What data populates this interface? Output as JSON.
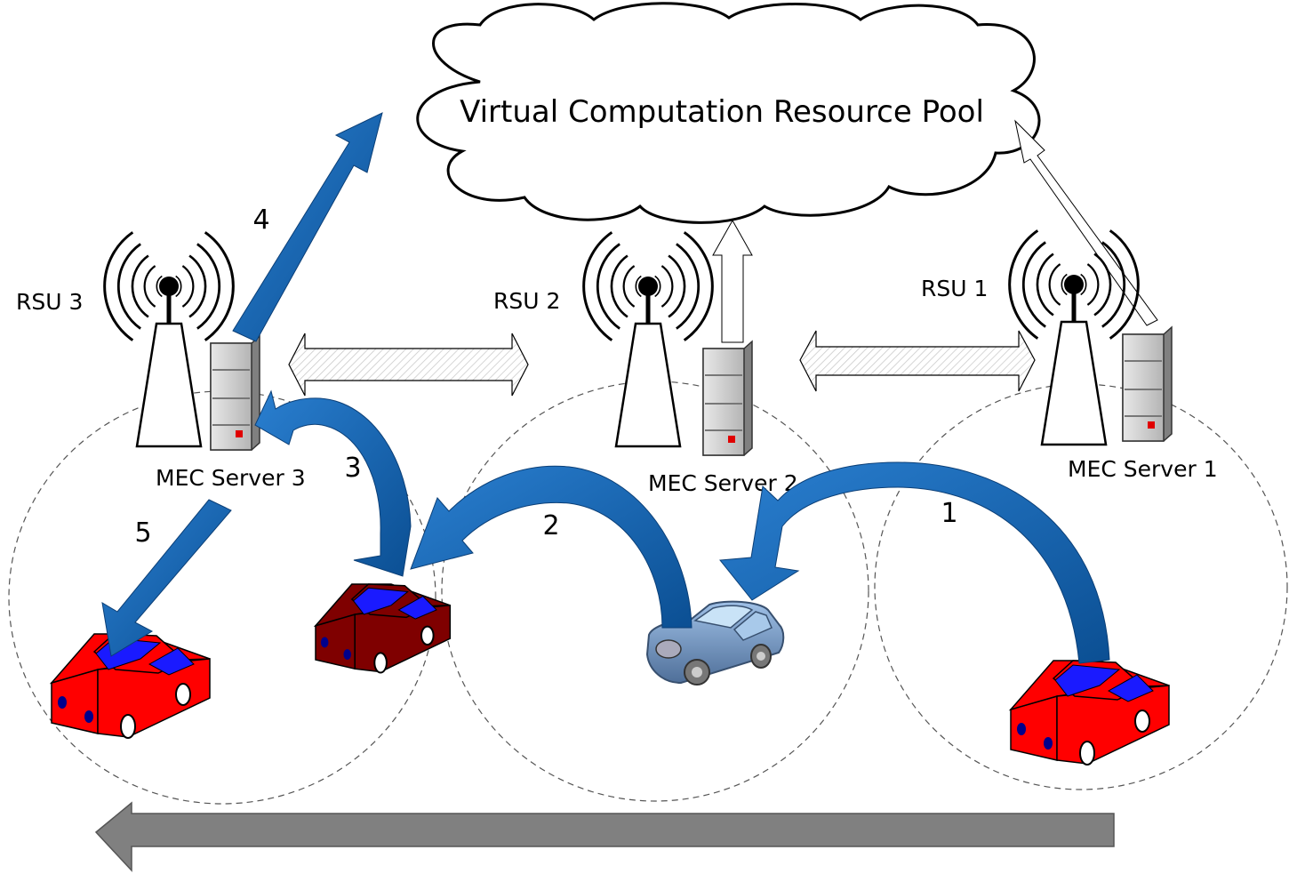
{
  "cloud": {
    "label": "Virtual Computation Resource Pool"
  },
  "rsus": [
    {
      "label": "RSU 1",
      "server_label": "MEC Server 1"
    },
    {
      "label": "RSU 2",
      "server_label": "MEC Server 2"
    },
    {
      "label": "RSU 3",
      "server_label": "MEC Server 3"
    }
  ],
  "steps": [
    "1",
    "2",
    "3",
    "4",
    "5"
  ],
  "colors": {
    "flow_arrow": "#1f6fbf",
    "flow_arrow_dark": "#0e4f92",
    "movement_arrow": "#808080",
    "car_red": "#ff0000",
    "car_dark_red": "#7f0000",
    "windshield": "#0000ff",
    "sedan": "#6f8fb8"
  }
}
